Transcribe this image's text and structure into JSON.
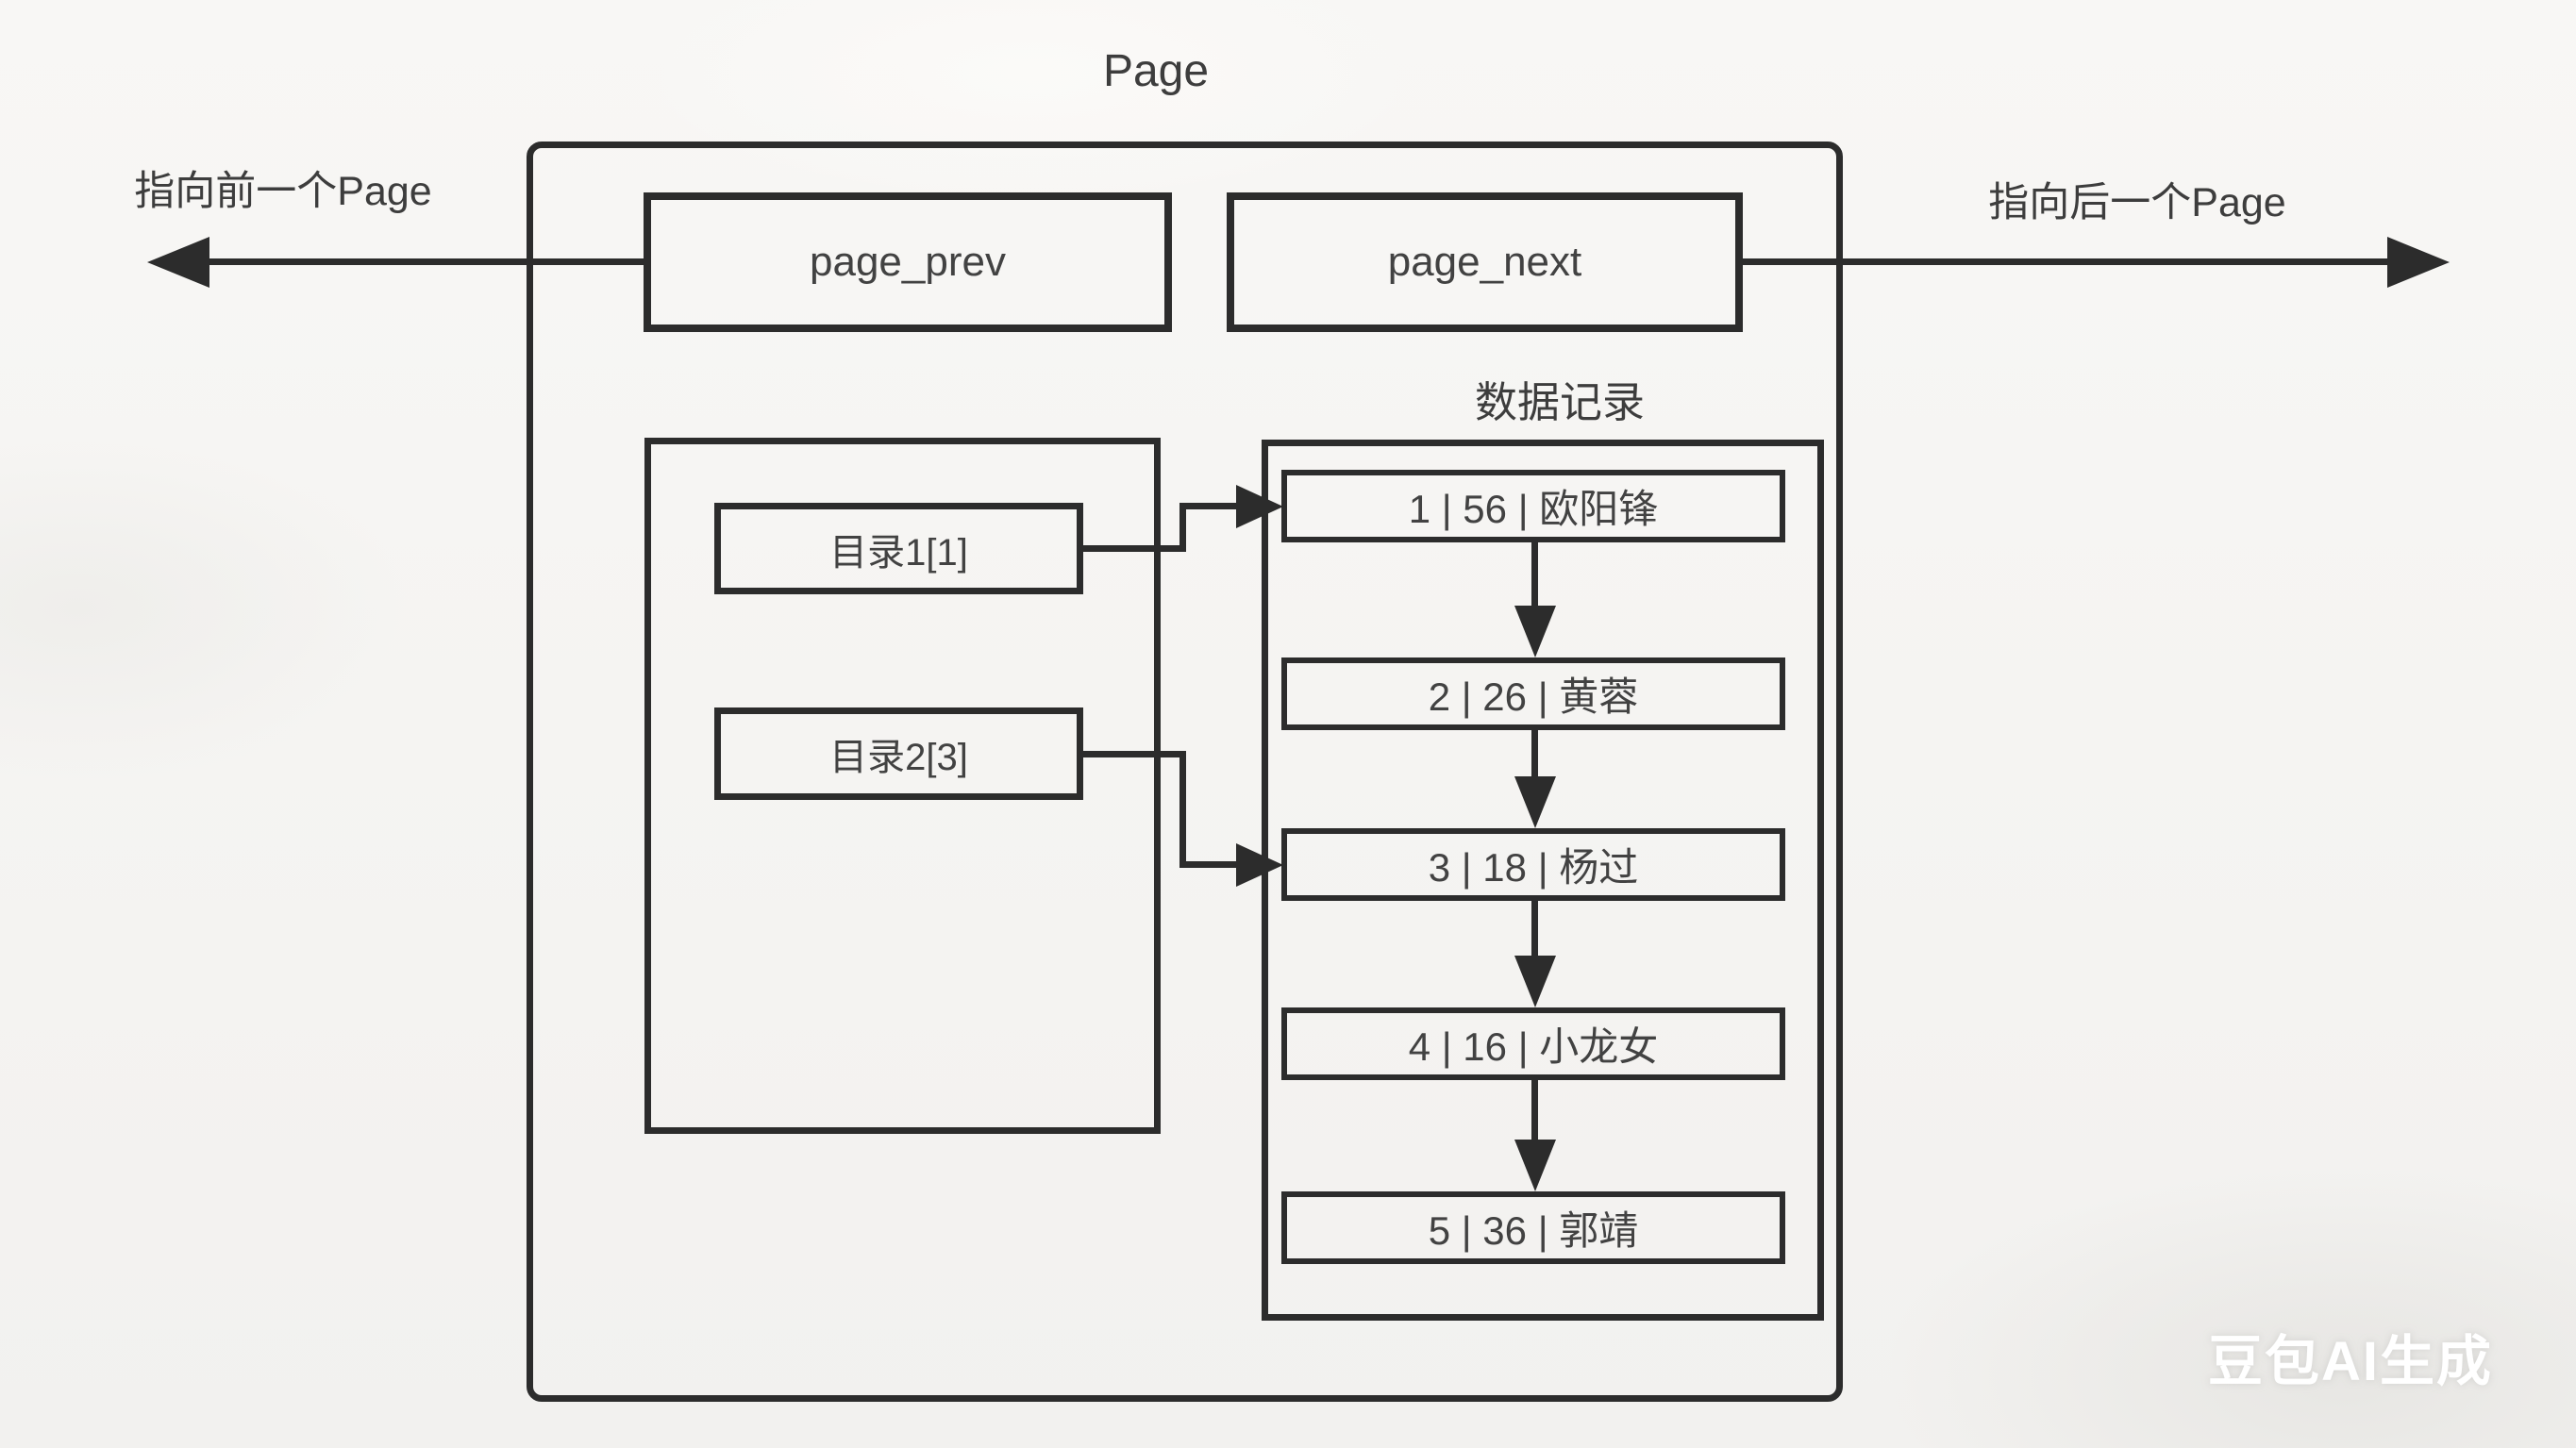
{
  "page": {
    "title": "Page"
  },
  "pointers": {
    "prev_box_label": "page_prev",
    "next_box_label": "page_next",
    "prev_arrow_label": "指向前一个Page",
    "next_arrow_label": "指向后一个Page"
  },
  "directory": {
    "items": [
      {
        "label": "目录1[1]"
      },
      {
        "label": "目录2[3]"
      }
    ]
  },
  "records": {
    "title": "数据记录",
    "items": [
      {
        "label": "1 | 56 | 欧阳锋"
      },
      {
        "label": "2 | 26 | 黄蓉"
      },
      {
        "label": "3 | 18 | 杨过"
      },
      {
        "label": "4 | 16 | 小龙女"
      },
      {
        "label": "5 | 36 | 郭靖"
      }
    ]
  },
  "watermark": {
    "text": "豆包AI生成"
  },
  "colors": {
    "line": "#2c2c2c",
    "text": "#3d3d3d",
    "watermark": "#ffffff",
    "background": "#f6f5f2"
  }
}
